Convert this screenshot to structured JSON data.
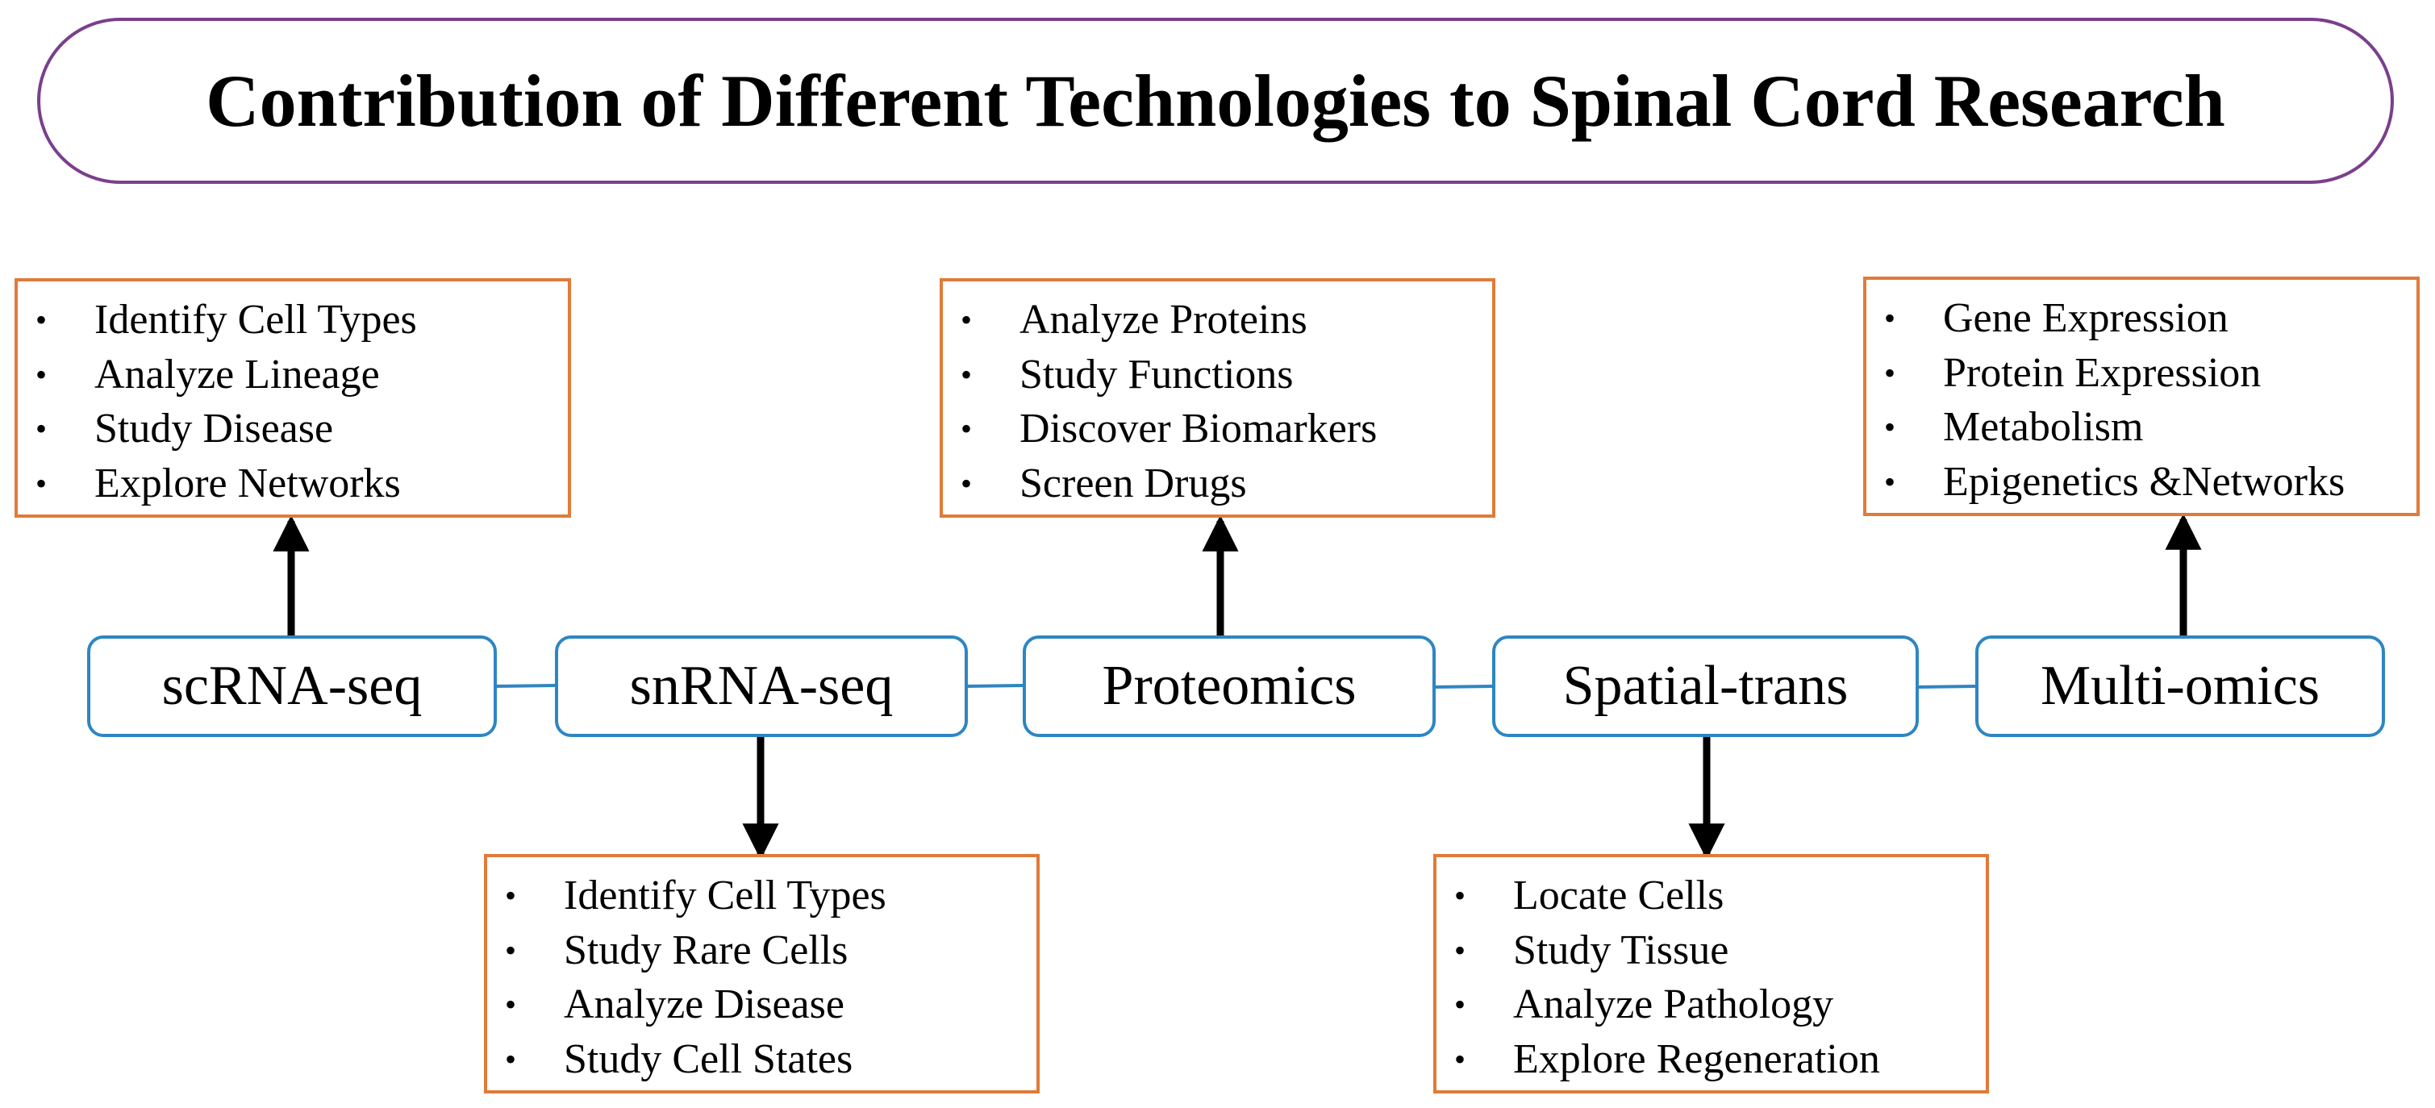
{
  "title": "Contribution of Different Technologies to Spinal Cord Research",
  "technologies": [
    {
      "label": "scRNA-seq",
      "items": [
        "Identify Cell Types",
        "Analyze Lineage",
        "Study Disease",
        "Explore Networks"
      ]
    },
    {
      "label": "snRNA-seq",
      "items": [
        "Identify Cell Types",
        "Study Rare Cells",
        "Analyze Disease",
        "Study Cell States"
      ]
    },
    {
      "label": "Proteomics",
      "items": [
        "Analyze Proteins",
        "Study Functions",
        "Discover Biomarkers",
        "Screen Drugs"
      ]
    },
    {
      "label": "Spatial-trans",
      "items": [
        "Locate Cells",
        "Study Tissue",
        "Analyze Pathology",
        "Explore Regeneration"
      ]
    },
    {
      "label": "Multi-omics",
      "items": [
        "Gene Expression",
        "Protein Expression",
        "Metabolism",
        "Epigenetics &Networks"
      ]
    }
  ],
  "colors": {
    "title_border": "#7a3f8c",
    "tech_border": "#2e86c1",
    "detail_border": "#e07b39",
    "arrow": "#000000"
  }
}
